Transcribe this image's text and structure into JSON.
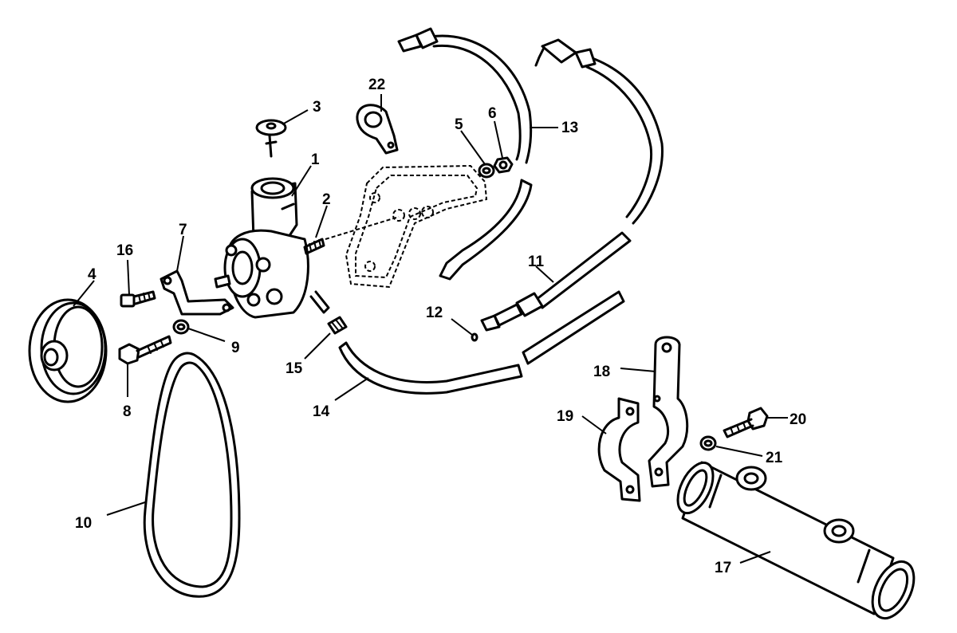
{
  "callouts": [
    {
      "id": "1",
      "text": "1"
    },
    {
      "id": "2",
      "text": "2"
    },
    {
      "id": "3",
      "text": "3"
    },
    {
      "id": "4",
      "text": "4"
    },
    {
      "id": "5",
      "text": "5"
    },
    {
      "id": "6",
      "text": "6"
    },
    {
      "id": "7",
      "text": "7"
    },
    {
      "id": "8",
      "text": "8"
    },
    {
      "id": "9",
      "text": "9"
    },
    {
      "id": "10",
      "text": "10"
    },
    {
      "id": "11",
      "text": "11"
    },
    {
      "id": "12",
      "text": "12"
    },
    {
      "id": "13",
      "text": "13"
    },
    {
      "id": "14",
      "text": "14"
    },
    {
      "id": "15",
      "text": "15"
    },
    {
      "id": "16",
      "text": "16"
    },
    {
      "id": "17",
      "text": "17"
    },
    {
      "id": "18",
      "text": "18"
    },
    {
      "id": "19",
      "text": "19"
    },
    {
      "id": "20",
      "text": "20"
    },
    {
      "id": "21",
      "text": "21"
    },
    {
      "id": "22",
      "text": "22"
    }
  ],
  "colors": {
    "line": "#000000",
    "background": "#ffffff"
  }
}
